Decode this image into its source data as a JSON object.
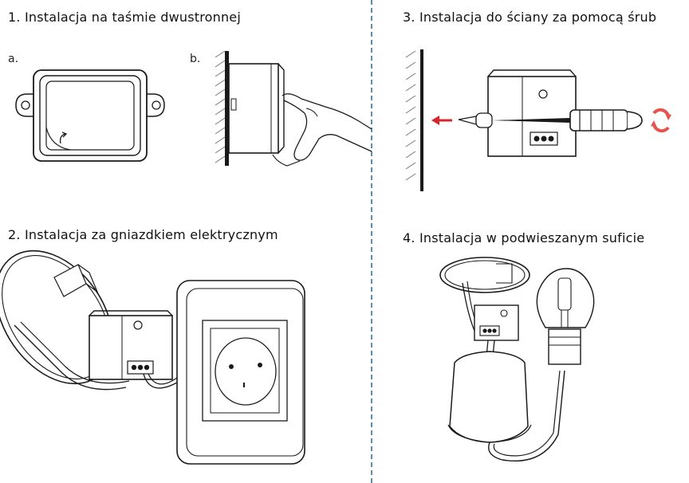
{
  "sections": {
    "s1": {
      "title": "1. Instalacja na taśmie dwustronnej",
      "label_a": "a.",
      "label_b": "b."
    },
    "s2": {
      "title": "2. Instalacja za gniazdkiem elektrycznym"
    },
    "s3": {
      "title": "3. Instalacja do ściany za pomocą śrub"
    },
    "s4": {
      "title": "4. Instalacja w podwieszanym suficie"
    }
  },
  "colors": {
    "divider": "#5a8fb0",
    "arrow_red": "#d9242b",
    "rotate_red": "#e5554f",
    "line": "#1a1a1a"
  },
  "icons": [
    "rotate-arrow-icon",
    "push-arrow-icon",
    "red-left-arrow-icon",
    "red-rotate-icon"
  ]
}
